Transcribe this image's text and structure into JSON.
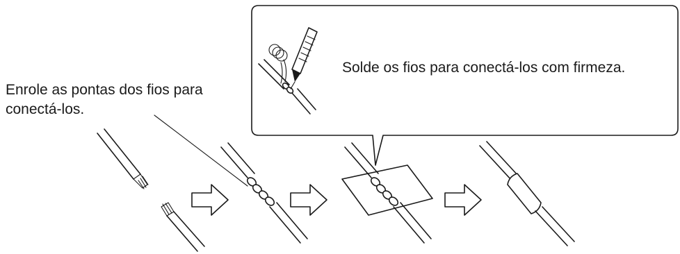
{
  "labels": {
    "wind_wires": [
      "Enrole as pontas dos fios para",
      "conectá-los."
    ],
    "solder_wires": "Solde os fios para conectá-los com firmeza."
  },
  "icons": [
    "wire-end-icon",
    "arrow-right-icon",
    "twisted-wires-icon",
    "soldering-iron-icon",
    "solder-wire-icon",
    "heat-shrink-tube-icon"
  ],
  "colors": {
    "ink": "#1a1a1a",
    "background": "#ffffff"
  }
}
